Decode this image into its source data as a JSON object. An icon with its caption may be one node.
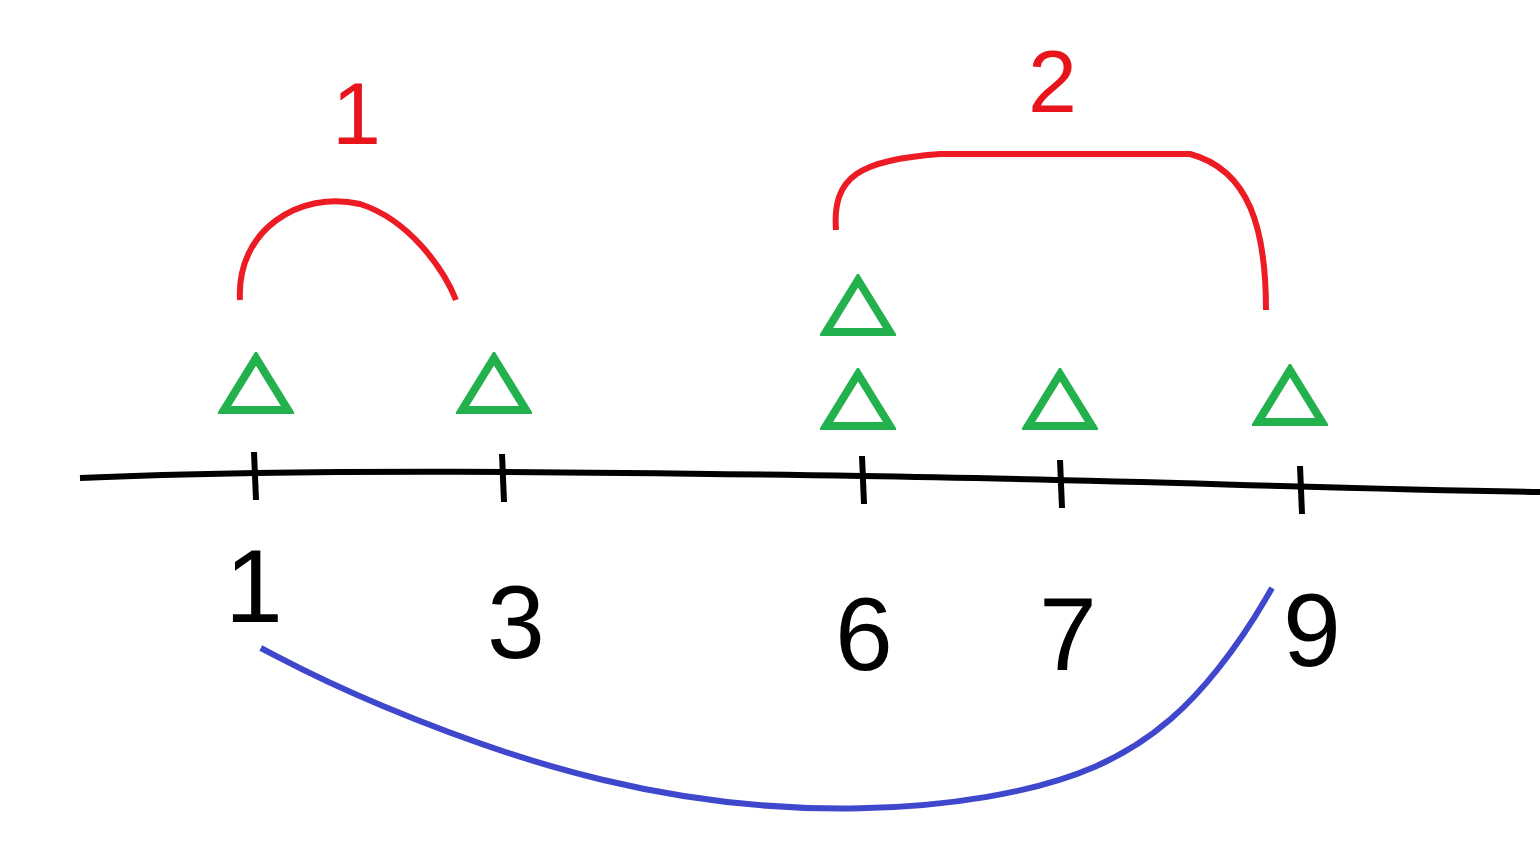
{
  "diagram": {
    "nodes": [
      {
        "text": [],
        "shape": "triangle"
      },
      {
        "text": [],
        "shape": "triangle"
      },
      {
        "text": [],
        "shape": "triangle"
      },
      {
        "text": [],
        "shape": "triangle"
      },
      {
        "text": [],
        "shape": "triangle"
      },
      {
        "text": [],
        "shape": "triangle"
      },
      {
        "text": [
          "1"
        ]
      },
      {
        "text": [
          "3"
        ]
      },
      {
        "text": [
          "6"
        ]
      },
      {
        "text": [
          "7"
        ]
      },
      {
        "text": [
          "9"
        ]
      }
    ],
    "edges": [
      {
        "from": 6,
        "to": 10,
        "arrow": "none",
        "color": "#3f48cc"
      }
    ],
    "labels": [
      "1",
      "2"
    ]
  }
}
